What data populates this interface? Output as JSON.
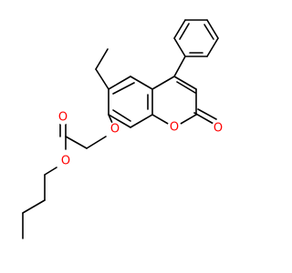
{
  "structure": {
    "colors": {
      "bond": "#000000",
      "oxygen": "#ff0000",
      "background": "#ffffff"
    },
    "atoms": {
      "ether_o": {
        "label": "O"
      },
      "carbonyl_o": {
        "label": "O"
      },
      "ester_o": {
        "label": "O"
      },
      "ring_o": {
        "label": "O"
      },
      "lactone_o": {
        "label": "O"
      }
    }
  }
}
